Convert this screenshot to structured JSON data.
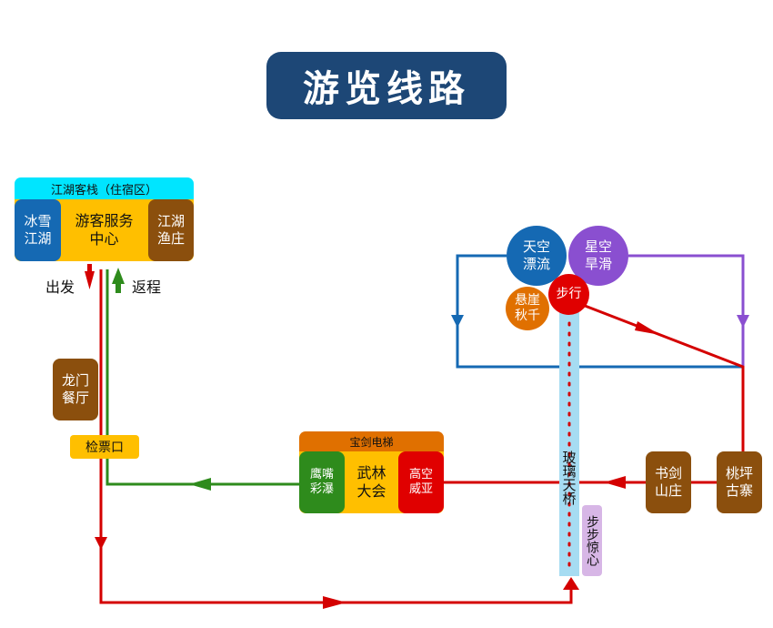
{
  "title": "游览线路",
  "inn": {
    "header": "江湖客栈（住宿区）",
    "center": "游客服务\n中心",
    "left": "冰雪\n江湖",
    "right": "江湖\n渔庄"
  },
  "labels": {
    "depart": "出发",
    "return": "返程"
  },
  "spots": {
    "longmen": "龙门\n餐厅",
    "ticket": "检票口",
    "shujian": "书剑\n山庄",
    "taoping": "桃坪\n古寨",
    "glass_bridge": "玻璃天桥",
    "bubu": "步步惊心",
    "rafting": "天空\n漂流",
    "grass_slide": "星空\n旱滑",
    "swing": "悬崖\n秋千",
    "walk": "步行"
  },
  "elevator": {
    "header": "宝剑电梯",
    "center": "武林\n大会",
    "left": "鹰嘴\n彩瀑",
    "right": "高空\n威亚"
  },
  "colors": {
    "title_bg": "#1d4776",
    "red_route": "#d40000",
    "green_route": "#2e8b1c",
    "blue_route": "#1569b3",
    "purple_route": "#8a4fd0",
    "yellow": "#ffbf00",
    "brown": "#8b4f0d",
    "cyan": "#00e5ff"
  }
}
